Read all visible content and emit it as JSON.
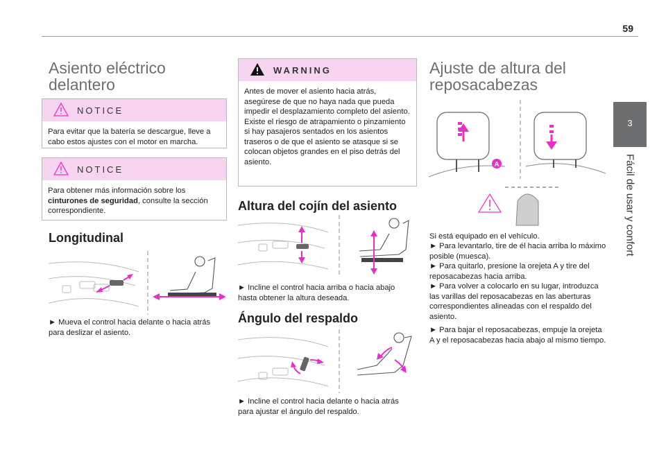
{
  "page_number": "59",
  "side_tab": {
    "number": "3",
    "title": "Fácil de usar y confort"
  },
  "col1": {
    "title_line1": "Asiento eléctrico",
    "title_line2": "delantero",
    "notice1": {
      "label": "NOTICE",
      "text": "Para evitar que la batería se descargue, lleve a cabo estos ajustes con el motor en marcha."
    },
    "notice2": {
      "label": "NOTICE",
      "text_a": "Para obtener más información sobre los ",
      "text_bold": "cinturones de seguridad",
      "text_b": ", consulte la sección correspondiente."
    },
    "heading": "Longitudinal",
    "caption": "► Mueva el control hacia delante o hacia atrás para deslizar el asiento."
  },
  "col2": {
    "warning": {
      "label": "WARNING",
      "text": "Antes de mover el asiento hacia atrás, asegúrese de que no haya nada que pueda impedir el desplazamiento completo del asiento. Existe el riesgo de atrapamiento o pinzamiento si hay pasajeros sentados en los asientos traseros o de que el asiento se atasque si se colocan objetos grandes en el piso detrás del asiento."
    },
    "heading1": "Altura del cojín del asiento",
    "caption1": "► Incline el control hacia arriba o hacia abajo hasta obtener la altura deseada.",
    "heading2": "Ángulo del respaldo",
    "caption2": "► Incline el control hacia delante o hacia atrás para ajustar el ángulo del respaldo."
  },
  "col3": {
    "title_line1": "Ajuste de altura del",
    "title_line2": "reposacabezas",
    "figure_label": "A",
    "body": [
      "Si está equipado en el vehículo.",
      "► Para levantarlo, tire de él hacia arriba lo máximo posible (muesca).",
      "► Para quitarlo, presione la orejeta A y tire del reposacabezas hacia arriba.",
      "► Para volver a colocarlo en su lugar, introduzca las varillas del reposacabezas en las aberturas correspondientes alineadas con el respaldo del asiento.",
      "► Para bajar el reposacabezas, empuje la orejeta A y el reposacabezas hacia abajo al mismo tiempo."
    ]
  },
  "colors": {
    "accent": "#e830c8",
    "notice_bg": "#f7d4ef",
    "tab": "#6d6e70"
  }
}
